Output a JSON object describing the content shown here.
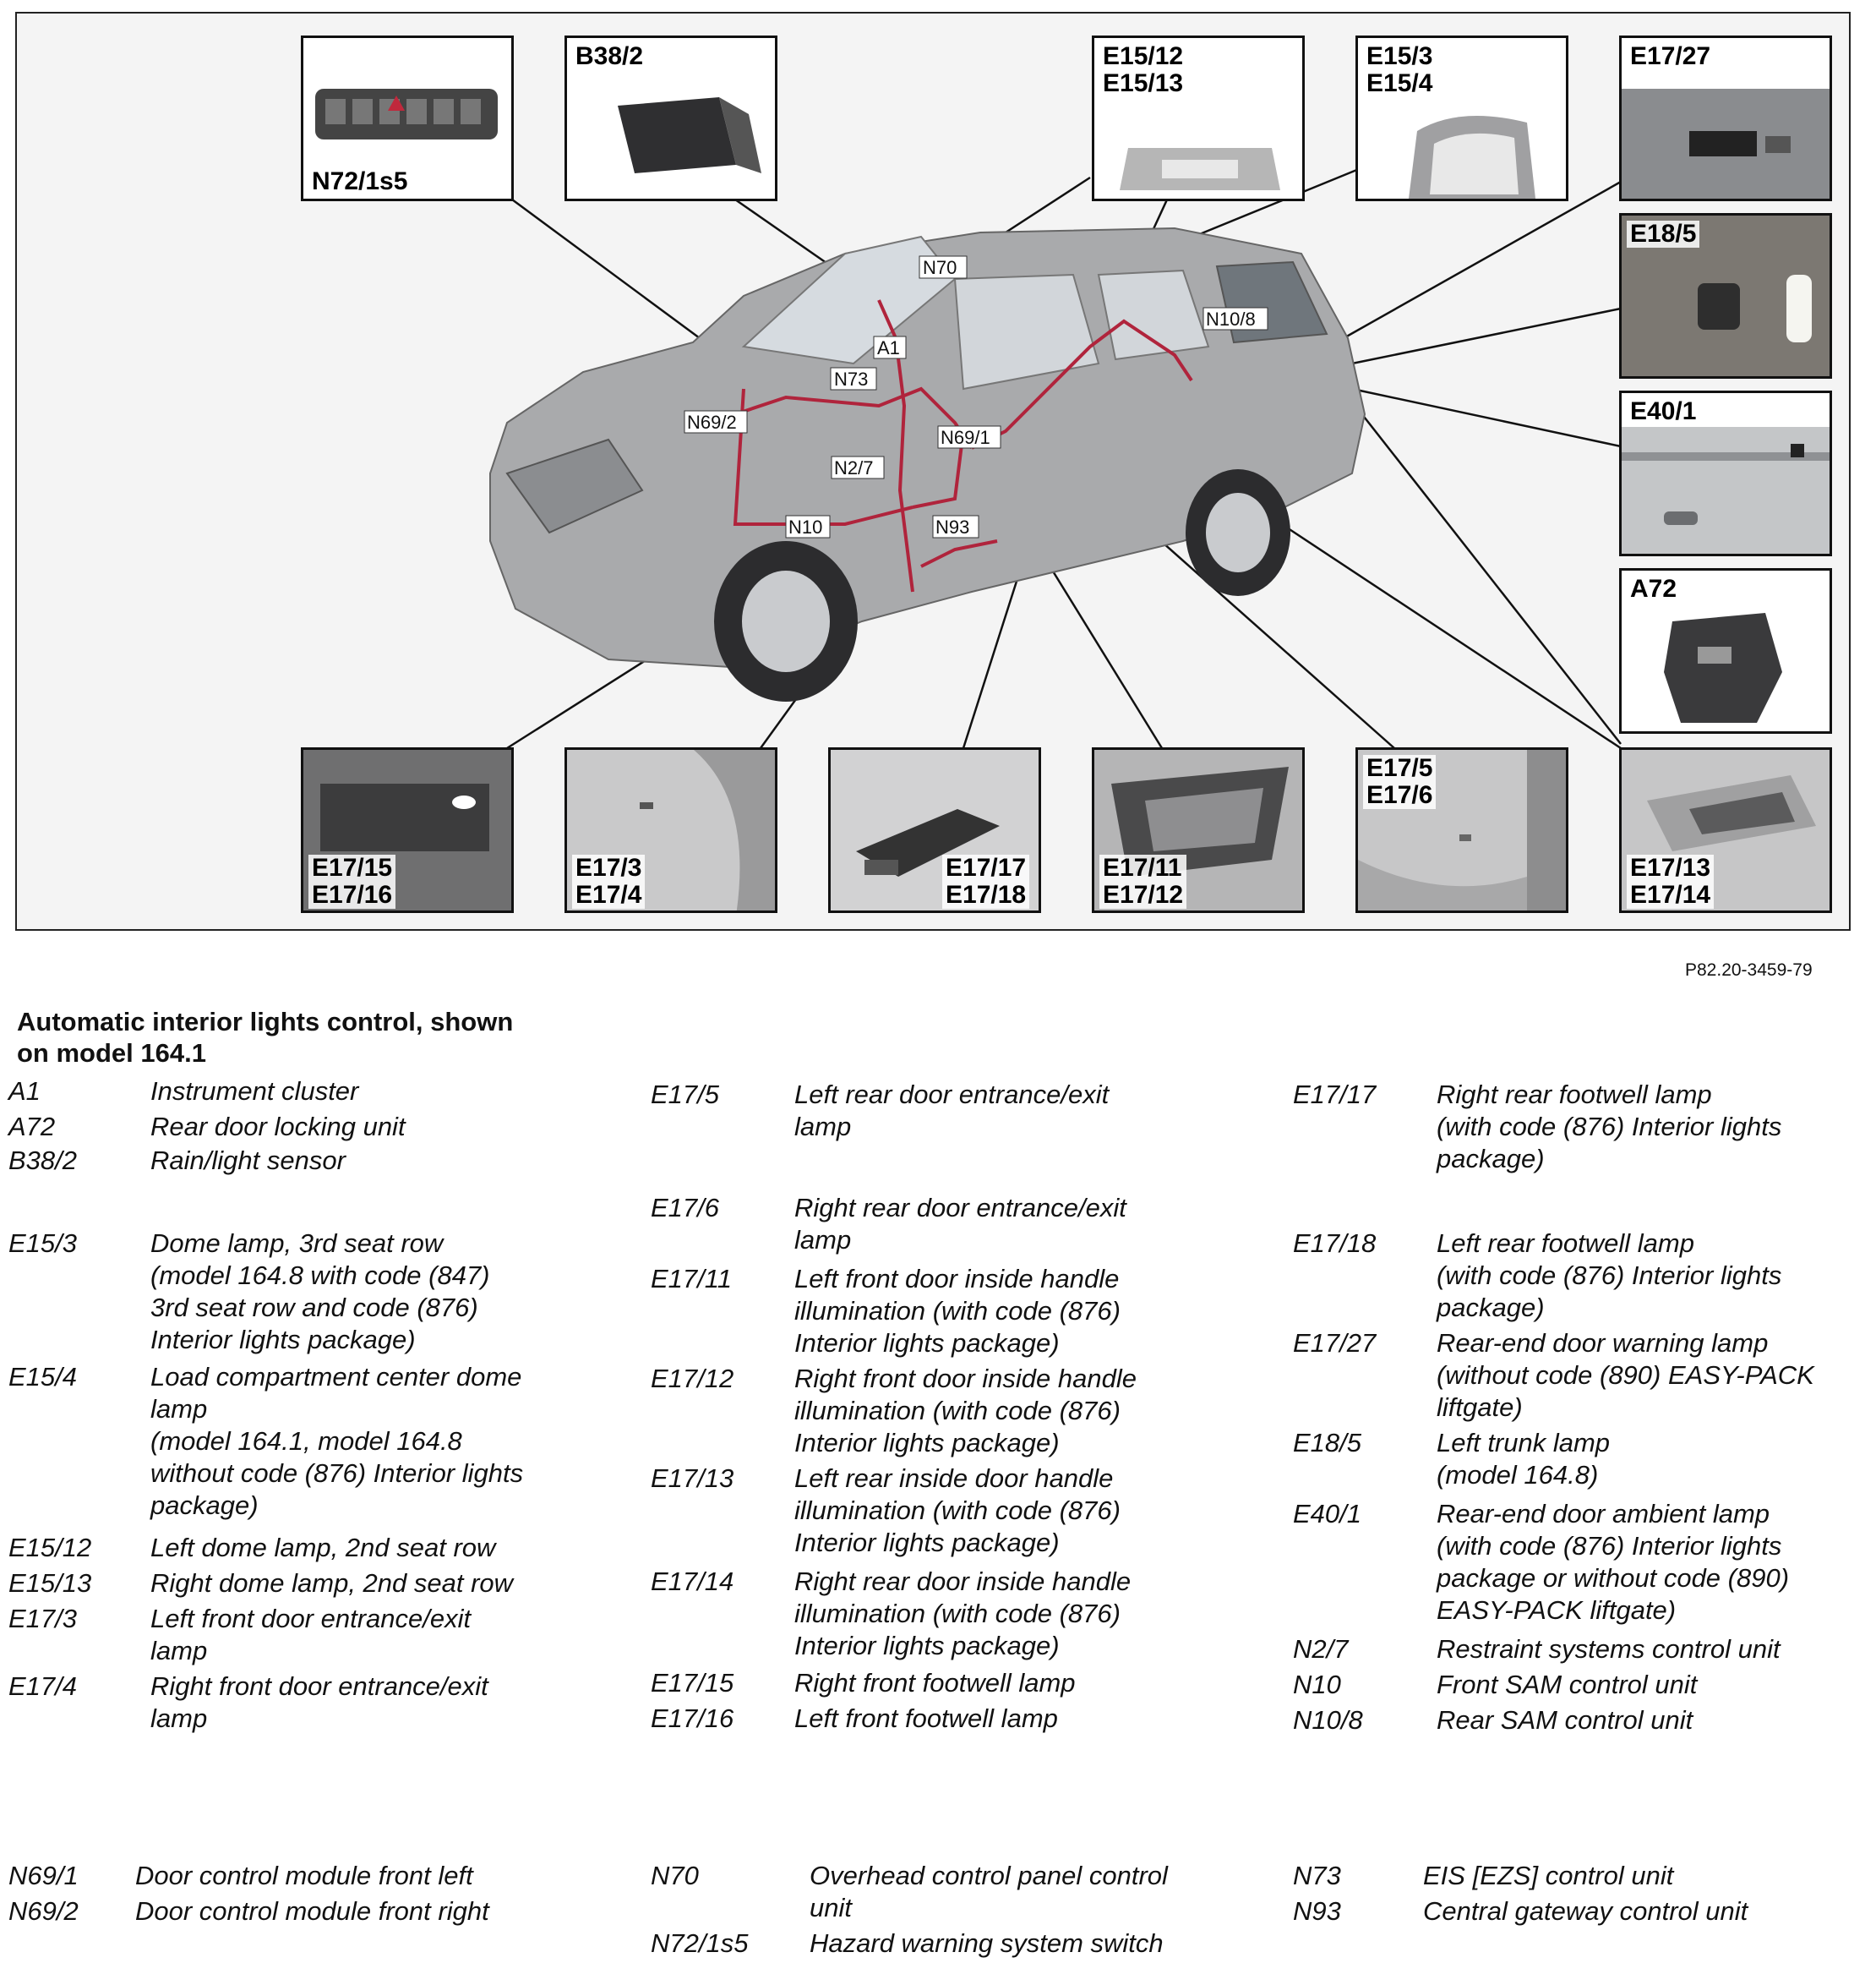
{
  "figure": {
    "figure_number": "P82.20-3459-79",
    "callouts": {
      "top_left_switch": "N72/1s5",
      "top_sensor": "B38/2",
      "dome_2nd_row": "E15/12\nE15/13",
      "dome_3rd_row": "E15/3\nE15/4",
      "rear_warning": "E17/27",
      "trunk_lamp": "E18/5",
      "ambient_lamp": "E40/1",
      "rear_lock": "A72",
      "front_footwell": "E17/15\nE17/16",
      "front_door_entrance": "E17/3\nE17/4",
      "rear_footwell": "E17/17\nE17/18",
      "front_handle": "E17/11\nE17/12",
      "rear_door_entrance": "E17/5\nE17/6",
      "rear_handle": "E17/13\nE17/14"
    },
    "car_labels": {
      "n70": "N70",
      "a1": "A1",
      "n73": "N73",
      "n69_2": "N69/2",
      "n69_1": "N69/1",
      "n2_7": "N2/7",
      "n10": "N10",
      "n93": "N93",
      "n10_8": "N10/8"
    },
    "colors": {
      "wiring": "#b0243c",
      "car_body": "#a9aaac",
      "frame": "#222222"
    }
  },
  "legend": {
    "title": "Automatic interior lights control, shown\non model 164.1",
    "col1": [
      {
        "code": "A1",
        "desc": "Instrument cluster"
      },
      {
        "code": "A72",
        "desc": "Rear door locking unit"
      },
      {
        "code": "B38/2",
        "desc": "Rain/light sensor"
      },
      {
        "code": "E15/3",
        "desc": "Dome lamp, 3rd seat row\n(model 164.8 with code (847)\n3rd seat row and code (876)\nInterior lights package)"
      },
      {
        "code": "E15/4",
        "desc": "Load compartment center dome\nlamp\n(model 164.1, model 164.8\nwithout code (876) Interior lights\npackage)"
      },
      {
        "code": "E15/12",
        "desc": "Left dome lamp, 2nd seat row"
      },
      {
        "code": "E15/13",
        "desc": "Right dome lamp, 2nd seat row"
      },
      {
        "code": "E17/3",
        "desc": "Left front door entrance/exit\nlamp"
      },
      {
        "code": "E17/4",
        "desc": "Right front door entrance/exit\nlamp"
      }
    ],
    "col2": [
      {
        "code": "E17/5",
        "desc": "Left rear door entrance/exit\nlamp"
      },
      {
        "code": "E17/6",
        "desc": "Right rear door entrance/exit\nlamp"
      },
      {
        "code": "E17/11",
        "desc": "Left front door inside handle\nillumination (with code (876)\nInterior lights package)"
      },
      {
        "code": "E17/12",
        "desc": "Right front door inside handle\nillumination (with code (876)\nInterior lights package)"
      },
      {
        "code": "E17/13",
        "desc": "Left rear inside door handle\nillumination (with code (876)\nInterior lights package)"
      },
      {
        "code": "E17/14",
        "desc": "Right rear door inside handle\nillumination (with code (876)\nInterior lights package)"
      },
      {
        "code": "E17/15",
        "desc": "Right front footwell lamp"
      },
      {
        "code": "E17/16",
        "desc": "Left front footwell lamp"
      }
    ],
    "col3": [
      {
        "code": "E17/17",
        "desc": "Right rear footwell lamp\n(with code (876) Interior lights\npackage)"
      },
      {
        "code": "E17/18",
        "desc": "Left rear footwell lamp\n(with code (876) Interior lights\npackage)"
      },
      {
        "code": "E17/27",
        "desc": "Rear-end door warning lamp\n(without code (890) EASY-PACK\nliftgate)"
      },
      {
        "code": "E18/5",
        "desc": "Left trunk lamp\n(model 164.8)"
      },
      {
        "code": "E40/1",
        "desc": "Rear-end door ambient lamp\n(with code (876) Interior lights\npackage or without code (890)\nEASY-PACK liftgate)"
      },
      {
        "code": "N2/7",
        "desc": "Restraint systems control unit"
      },
      {
        "code": "N10",
        "desc": "Front SAM control unit"
      },
      {
        "code": "N10/8",
        "desc": "Rear SAM control unit"
      }
    ],
    "bottom1": [
      {
        "code": "N69/1",
        "desc": "Door control module front left"
      },
      {
        "code": "N69/2",
        "desc": "Door control module front right"
      }
    ],
    "bottom2": [
      {
        "code": "N70",
        "desc": "Overhead control panel control\nunit"
      },
      {
        "code": "N72/1s5",
        "desc": "Hazard warning system switch"
      }
    ],
    "bottom3": [
      {
        "code": "N73",
        "desc": "EIS [EZS] control unit"
      },
      {
        "code": "N93",
        "desc": "Central gateway control unit"
      }
    ]
  }
}
